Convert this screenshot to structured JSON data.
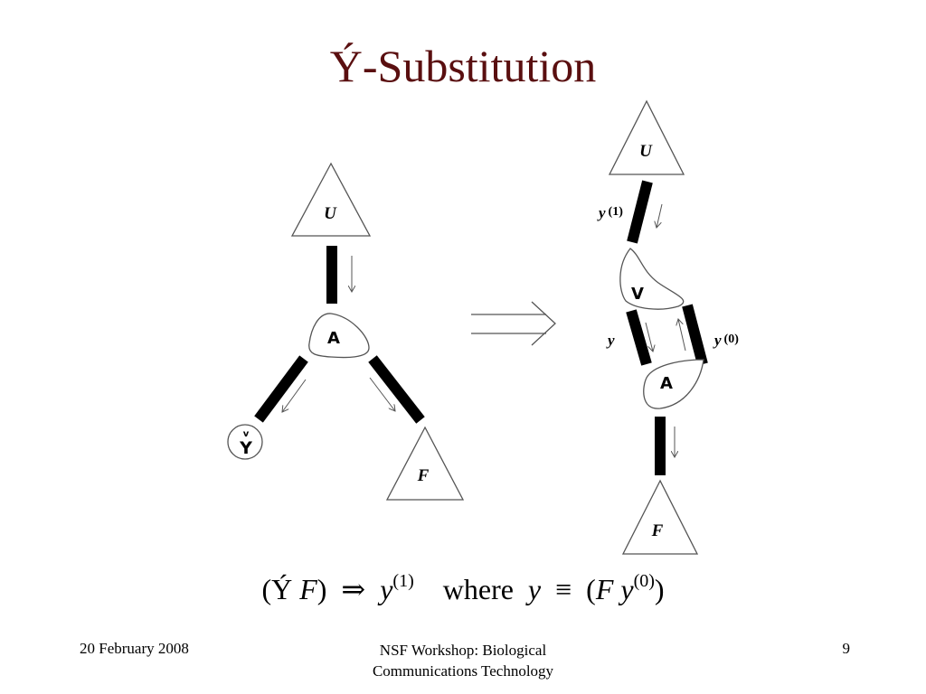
{
  "title": "Ý-Substitution",
  "left_tree": {
    "top_node": "U",
    "center_node": "A",
    "left_leaf_accent": "v",
    "left_leaf": "Y",
    "right_node": "F"
  },
  "right_tree": {
    "top_node": "U",
    "label_y1": "y",
    "label_y1_sup": "(1)",
    "v_node": "V",
    "label_y": "y",
    "label_y0": "y",
    "label_y0_sup": "(0)",
    "a_node": "A",
    "bottom_node": "F"
  },
  "formula": {
    "open": "(Ý ",
    "f1": "F",
    "mid1": ")  ⇒  ",
    "y1": "y",
    "y1_sup": "(1)",
    "where": "    where  ",
    "y": "y",
    "equiv": "  ≡  (",
    "f2": "F",
    "space": " ",
    "y0": "y",
    "y0_sup": "(0)",
    "close": ")"
  },
  "footer": {
    "date": "20 February 2008",
    "workshop_line1": "NSF Workshop: Biological",
    "workshop_line2": "Communications Technology",
    "page": "9"
  },
  "colors": {
    "title": "#5a0f10",
    "ink": "#000000",
    "outline": "#555555"
  }
}
